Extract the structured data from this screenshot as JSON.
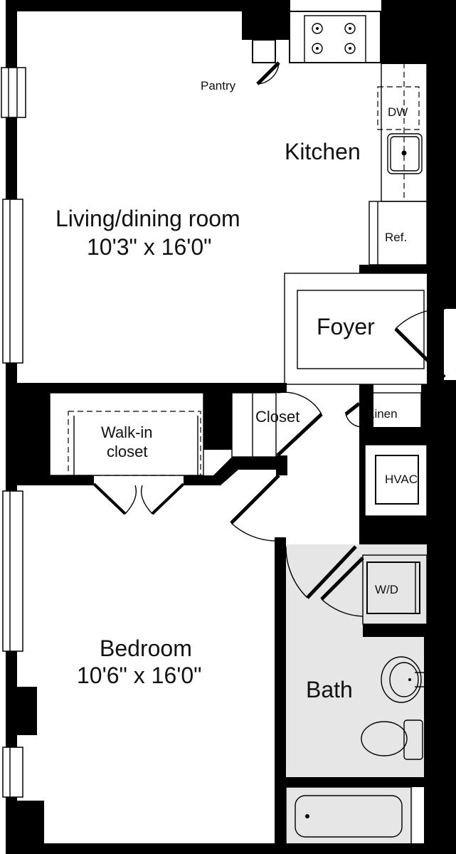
{
  "rooms": {
    "living": {
      "name": "Living/dining room",
      "dimensions": "10'3\" x 16'0\""
    },
    "kitchen": {
      "name": "Kitchen"
    },
    "pantry": {
      "name": "Pantry"
    },
    "dishwasher": {
      "name": "DW"
    },
    "refrigerator": {
      "name": "Ref."
    },
    "foyer": {
      "name": "Foyer"
    },
    "closet": {
      "name": "Closet"
    },
    "linen": {
      "name": "Linen"
    },
    "walkin": {
      "line1": "Walk-in",
      "line2": "closet"
    },
    "hvac": {
      "name": "HVAC"
    },
    "washer_dryer": {
      "name": "W/D"
    },
    "bedroom": {
      "name": "Bedroom",
      "dimensions": "10'6\" x 16'0\""
    },
    "bath": {
      "name": "Bath"
    }
  },
  "colors": {
    "wall": "#000000",
    "bath_floor": "#e6e6e6",
    "background": "#ffffff"
  }
}
